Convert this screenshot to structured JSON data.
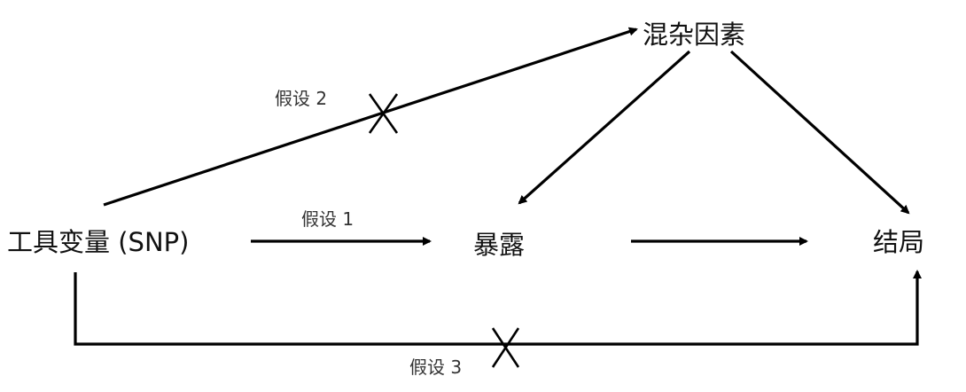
{
  "nodes": {
    "instrument": "工具变量 (SNP)",
    "exposure": "暴露",
    "outcome": "结局",
    "confounder": "混杂因素"
  },
  "assumptions": {
    "a1": "假设 1",
    "a2": "假设 2",
    "a3": "假设 3"
  }
}
